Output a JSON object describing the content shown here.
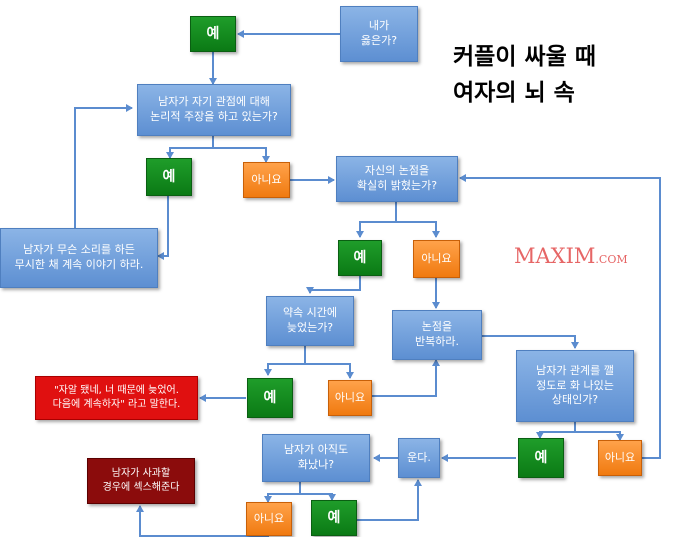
{
  "title": "커플이 싸울 때\n여자의 뇌 속",
  "watermark": {
    "main": "MAXIM",
    "suffix": ".COM"
  },
  "nodes": {
    "q1": "내가\n옳은가?",
    "yes1": "예",
    "q2": "남자가 자기 관점에 대해\n논리적 주장을 하고 있는가?",
    "yes2": "예",
    "no2": "아니요",
    "loop": "남자가 무슨 소리를 하든\n무시한 채 계속 이야기 하라.",
    "q3": "자신의 논점을\n확실히 밝혔는가?",
    "yes3": "예",
    "no3": "아니요",
    "q4": "약속 시간에\n늦었는가?",
    "repeat": "논점을\n반복하라.",
    "say": "\"자알 됐네, 너 때문에 늦었어.\n다음에 계속하자\" 라고 말한다.",
    "yes4": "예",
    "no4": "아니요",
    "q5": "남자가 관계를 깰\n정도로 화 나있는\n상태인가?",
    "q6": "남자가 아직도\n화났나?",
    "cry": "운다.",
    "yes5": "예",
    "no5": "아니요",
    "sex": "남자가 사과할\n경우에 섹스해준다",
    "no6": "아니요",
    "yes6": "예"
  },
  "colors": {
    "question": "#6f9fdc",
    "yes": "#138a1f",
    "no": "#f58a1f",
    "red": "#e01010",
    "darkred": "#8b0c0c",
    "arrow": "#5b8ccf"
  }
}
